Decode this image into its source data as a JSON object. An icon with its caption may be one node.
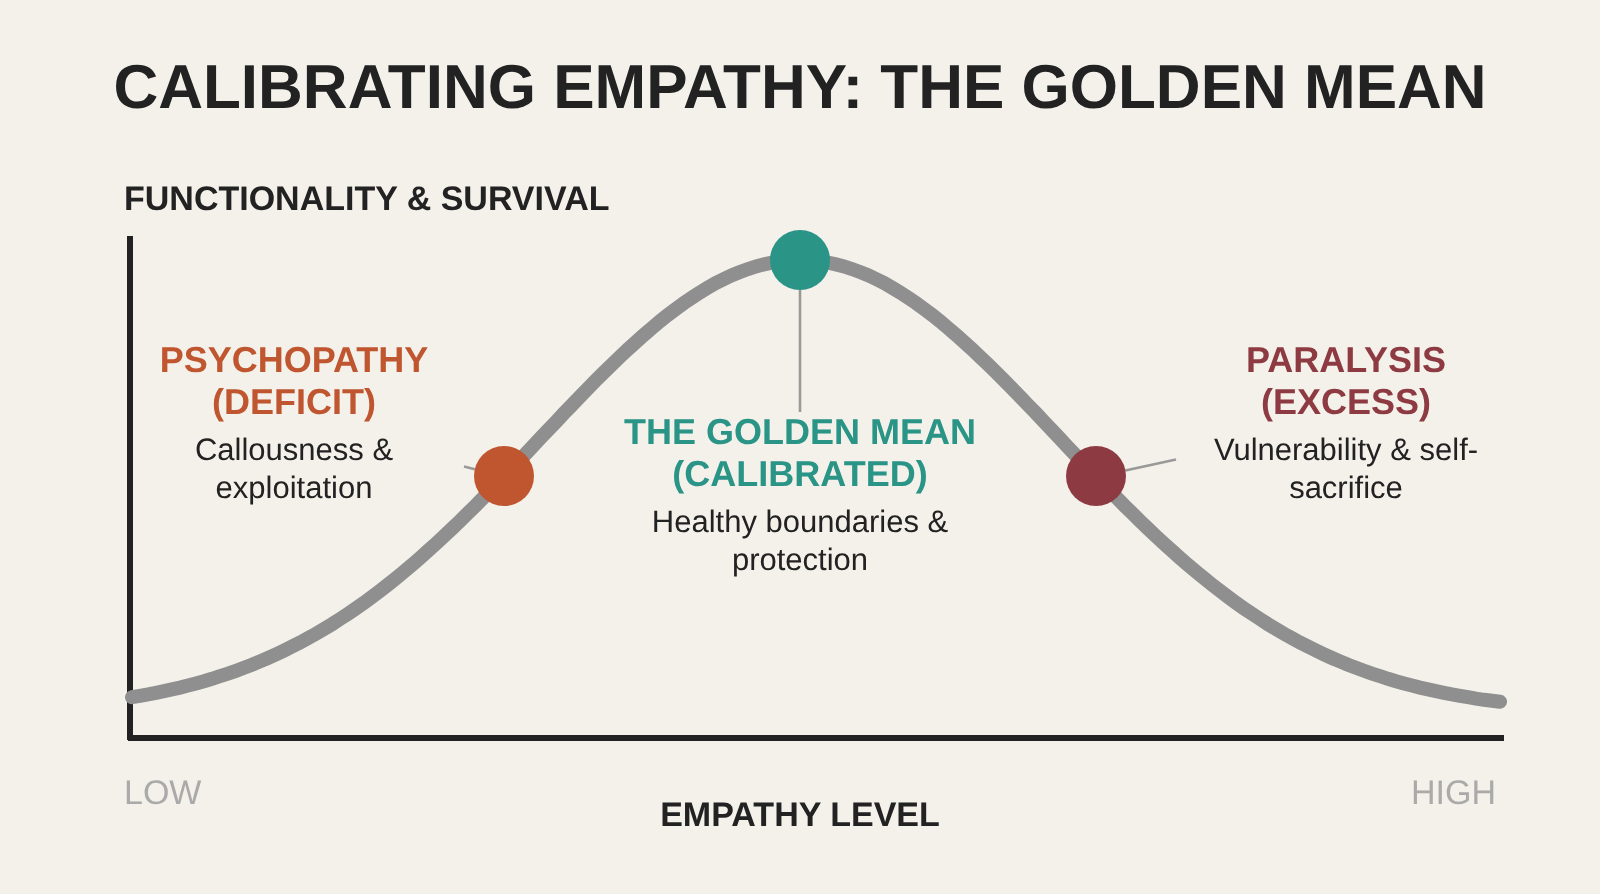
{
  "diagram": {
    "title": "CALIBRATING EMPATHY: THE GOLDEN MEAN",
    "nodes": [
      {
        "text": [
          "PSYCHOPATHY (DEFICIT)",
          "Callousness & exploitation"
        ]
      },
      {
        "text": [],
        "shape": "circle"
      },
      {
        "text": [
          "THE GOLDEN MEAN (CALIBRATED)",
          "Healthy boundaries & protection"
        ]
      },
      {
        "text": [],
        "shape": "circle"
      },
      {
        "text": [
          "PARALYSIS (EXCESS)",
          "Vulnerability & self-sacrifice"
        ]
      },
      {
        "text": [],
        "shape": "circle"
      }
    ],
    "edges": [
      {
        "from": 0,
        "to": 1,
        "arrow": "none"
      },
      {
        "from": 2,
        "to": 3,
        "arrow": "none"
      },
      {
        "from": 4,
        "to": 5,
        "arrow": "none"
      }
    ],
    "labels": [
      "FUNCTIONALITY & SURVIVAL",
      "LOW",
      "EMPATHY LEVEL",
      "HIGH"
    ]
  }
}
